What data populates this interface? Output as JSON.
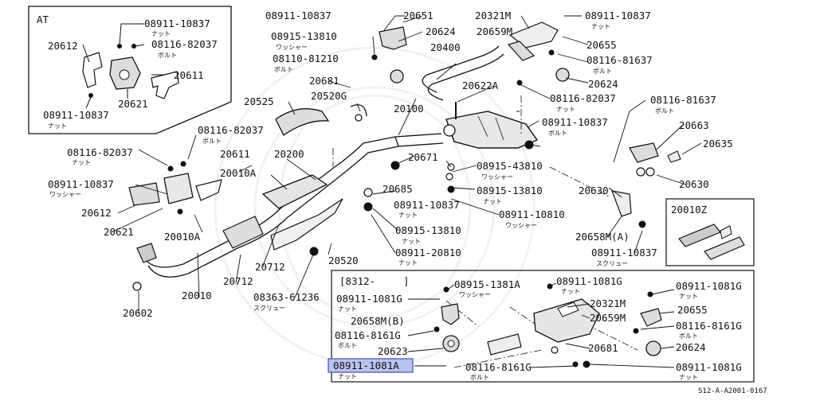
{
  "diagram": {
    "at_box": {
      "title": "AT",
      "parts": [
        "08911-10837",
        "08116-82037",
        "20612",
        "20611",
        "20621",
        "08911-10837"
      ],
      "notes": [
        "ナット",
        "ボルト",
        "ナット"
      ]
    },
    "subassembly_box": {
      "title": "[8312-",
      "bracket_close": "]",
      "parts": [
        "08915-1381A",
        "08911-1081G",
        "08911-1081G",
        "20321M",
        "08911-1081G",
        "20655",
        "20658M(B)",
        "20659M",
        "08116-8161G",
        "08116-8161G",
        "20623",
        "20681",
        "20624",
        "08911-1081A",
        "08116-8161G",
        "08911-1081G"
      ],
      "notes": [
        "ワッシャー",
        "ナット",
        "ナット",
        "ナット",
        "ボルト",
        "ボルト",
        "ナット",
        "ボルト",
        "ナット"
      ]
    },
    "repair_kit_box": {
      "title": "20010Z"
    },
    "main_parts": [
      "08911-10837",
      "20651",
      "20321M",
      "08911-10837",
      "08915-13810",
      "20624",
      "20659M",
      "20655",
      "08110-81210",
      "20400",
      "08116-81637",
      "20681",
      "20622A",
      "20624",
      "20525",
      "20520G",
      "08116-82037",
      "20100",
      "08911-10837",
      "08116-81637",
      "20663",
      "20635",
      "08116-82037",
      "20611",
      "20200",
      "20671",
      "08915-43810",
      "08911-10837",
      "20010A",
      "20685",
      "08915-13810",
      "20630",
      "20630",
      "20612",
      "08911-10837",
      "08911-10810",
      "20621",
      "20010A",
      "08915-13810",
      "20658M(A)",
      "08911-20810",
      "08911-10837",
      "20712",
      "20520",
      "20712",
      "08363-61236",
      "20010",
      "20602"
    ],
    "main_notes": [
      "ナット",
      "ワッシャー",
      "ボルト",
      "ボルト",
      "ナット",
      "ボルト",
      "ボルト",
      "ボルト",
      "ナット",
      "ワッシャー",
      "ワッシャー",
      "ナット",
      "ナット",
      "ワッシャー",
      "ナット",
      "ナット",
      "スクリュー"
    ],
    "highlighted_part": "08911-1081A",
    "footer_ref": "S12-A-A2001-0167"
  }
}
